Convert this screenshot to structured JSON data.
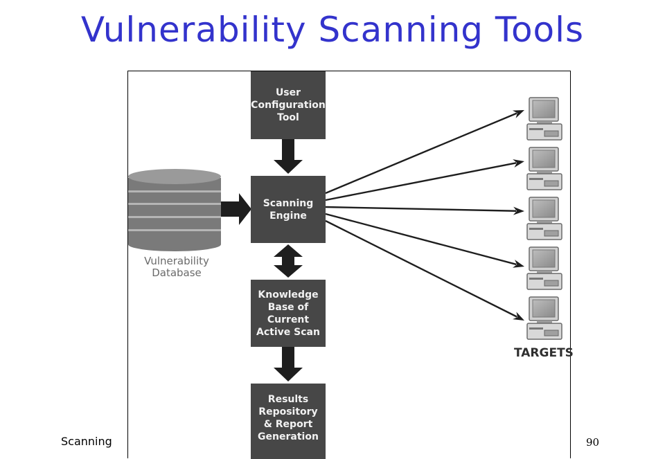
{
  "slide": {
    "title": "Vulnerability Scanning Tools",
    "footer_left": "Scanning",
    "page_number": "90",
    "title_color": "#3333cc"
  },
  "diagram": {
    "boxes": {
      "user_config": [
        "User",
        "Configuration",
        "Tool"
      ],
      "scanning_engine": [
        "Scanning",
        "Engine"
      ],
      "knowledge_base": [
        "Knowledge",
        "Base of",
        "Current",
        "Active Scan"
      ],
      "results": [
        "Results",
        "Repository",
        "& Report",
        "Generation"
      ]
    },
    "database_label": [
      "Vulnerability",
      "Database"
    ],
    "targets_label": "TARGETS",
    "target_count": 5,
    "icons": {
      "database": "database-cylinder-icon",
      "target": "desktop-computer-icon"
    }
  }
}
